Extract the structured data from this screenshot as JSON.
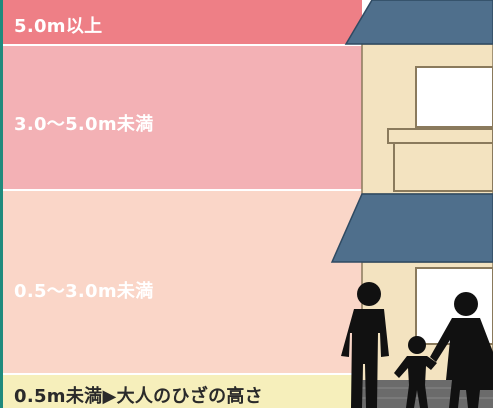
{
  "bands": [
    {
      "label": "5.0m以上",
      "color": "#ee7f86"
    },
    {
      "label": "3.0〜5.0m未満",
      "color": "#f3b1b5"
    },
    {
      "label": "0.5〜3.0m未満",
      "color": "#fad6c8"
    },
    {
      "label": "0.5m未満▶大人のひざの高さ",
      "color": "#f6efbb"
    }
  ],
  "colors": {
    "roof": "#4f6f8c",
    "wall": "#f3e3c0",
    "window_frame": "#8a7a5c",
    "silhouette": "#111111",
    "ground": "#555555"
  }
}
